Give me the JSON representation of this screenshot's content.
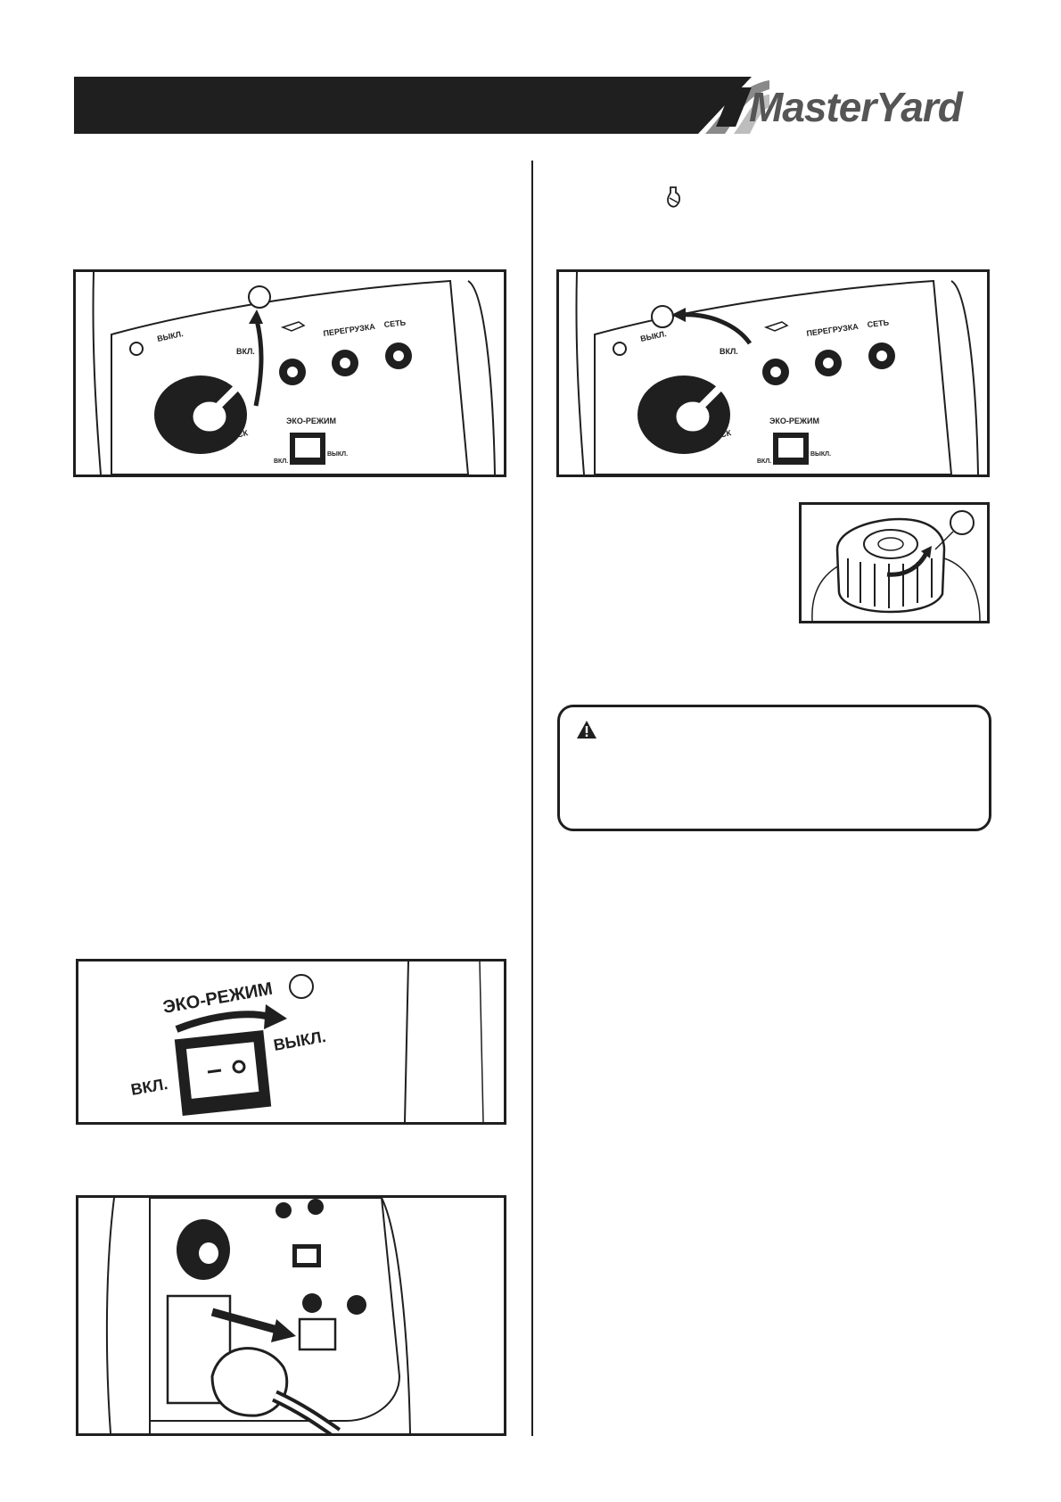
{
  "header": {
    "brand": "MasterYard"
  },
  "colors": {
    "dark": "#1f1f1f",
    "brand_grey": "#555555"
  },
  "icons": {
    "choke": "choke-icon",
    "warning": "warning-triangle-icon",
    "oil": "oil-can-icon"
  },
  "panel": {
    "off": "ВЫКЛ.",
    "on": "ВКЛ.",
    "start": "ПУСК",
    "overload": "ПЕРЕГРУЗКА",
    "network": "СЕТЬ",
    "eco": "ЭКО-РЕЖИМ",
    "sw_on": "ВКЛ.",
    "sw_off": "ВЫКЛ."
  },
  "eco_figure": {
    "eco": "ЭКО-РЕЖИМ",
    "on": "ВКЛ.",
    "off": "ВЫКЛ."
  }
}
